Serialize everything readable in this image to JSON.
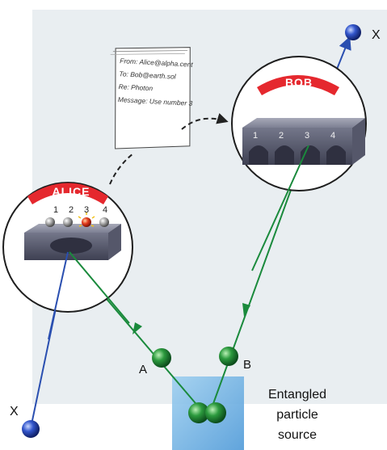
{
  "alice": {
    "label": "ALICE",
    "slot_labels": [
      "1",
      "2",
      "3",
      "4"
    ]
  },
  "bob": {
    "label": "BOB",
    "slot_labels": [
      "1",
      "2",
      "3",
      "4"
    ]
  },
  "message": {
    "lines": [
      "From: Alice@alpha.cent",
      "To: Bob@earth.sol",
      "Re: Photon",
      "Message: Use number 3"
    ]
  },
  "particles": {
    "x_left": "X",
    "x_right": "X",
    "a": "A",
    "b": "B"
  },
  "source": {
    "lines": [
      "Entangled",
      "particle",
      "source"
    ]
  },
  "colors": {
    "background": "#e9eef1",
    "banner": "#e5282e",
    "green_path": "#1a8a3c",
    "blue_path": "#2a4fb0",
    "device": "#6a6d80",
    "lit_ball": "#e33a1b"
  }
}
